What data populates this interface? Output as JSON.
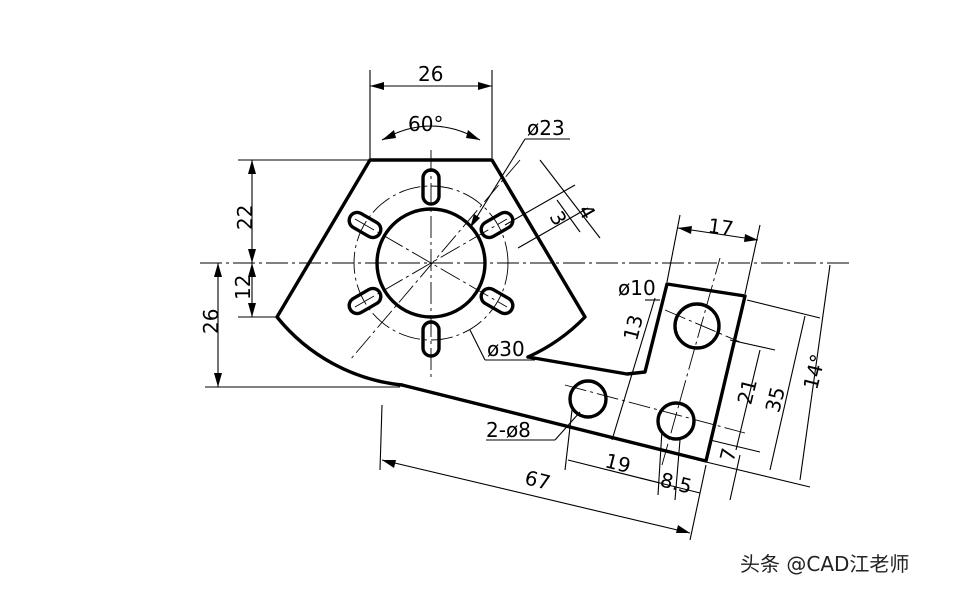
{
  "dimensions": {
    "top_width": "26",
    "angle": "60°",
    "dia_outer_circle": "ø23",
    "slot_width": "3",
    "slot_length": "4",
    "height_upper": "22",
    "height_lower": "12",
    "height_total": "26",
    "dia_bolt_circle": "ø30",
    "dia_right_hole": "ø10",
    "arm_width": "17",
    "arm_offset": "13",
    "dim_21": "21",
    "dim_35": "35",
    "angle_14": "14°",
    "dim_7": "7",
    "dia_small_holes": "2-ø8",
    "dim_19": "19",
    "dim_8_5": "8.5",
    "overall_length": "67"
  },
  "watermark": "头条 @CAD江老师"
}
